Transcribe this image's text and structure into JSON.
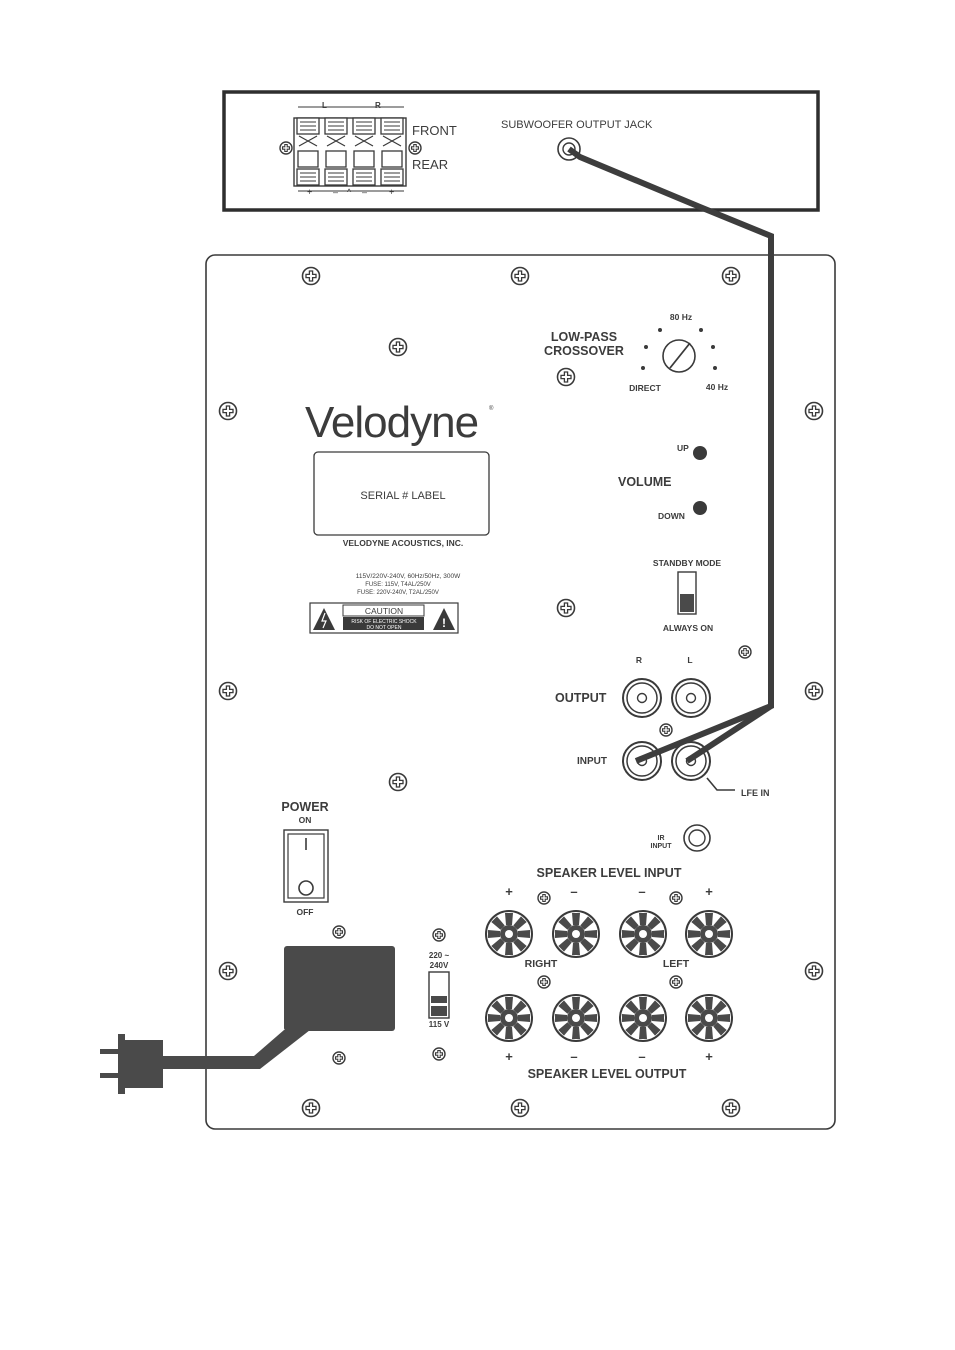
{
  "receiver": {
    "channel_labels": [
      "L",
      "R"
    ],
    "front_label": "FRONT",
    "rear_label": "REAR",
    "polarity": [
      "+",
      "–",
      "^",
      "–",
      "+"
    ],
    "sub_out_label": "SUBWOOFER OUTPUT JACK"
  },
  "panel": {
    "brand": "Velodyne",
    "brand_mark": "®",
    "serial_label": "SERIAL # LABEL",
    "company": "VELODYNE ACOUSTICS, INC.",
    "power_rating": "115V/220V-240V, 60Hz/50Hz, 300W",
    "fuse_1": "FUSE: 115V, T4AL/250V",
    "fuse_2": "FUSE: 220V-240V, T2AL/250V",
    "caution_title": "CAUTION",
    "caution_line1": "RISK OF ELECTRIC SHOCK",
    "caution_line2": "DO NOT OPEN",
    "crossover_line1": "LOW-PASS",
    "crossover_line2": "CROSSOVER",
    "crossover_80": "80 Hz",
    "crossover_direct": "DIRECT",
    "crossover_40": "40 Hz",
    "volume": "VOLUME",
    "up": "UP",
    "down": "DOWN",
    "standby": "STANDBY MODE",
    "always_on": "ALWAYS ON",
    "r": "R",
    "l": "L",
    "output": "OUTPUT",
    "input": "INPUT",
    "lfe_in": "LFE  IN",
    "ir_line1": "IR",
    "ir_line2": "INPUT",
    "power": "POWER",
    "on": "ON",
    "off": "OFF",
    "voltage_high": "220 ~",
    "voltage_high2": "240V",
    "voltage_low": "115 V",
    "spk_in": "SPEAKER LEVEL INPUT",
    "spk_out": "SPEAKER LEVEL OUTPUT",
    "right": "RIGHT",
    "left": "LEFT",
    "plus": "+",
    "minus": "–"
  },
  "colors": {
    "outline": "#3a3a3a",
    "cable": "#3d3d3d",
    "fill_dark": "#4a4a4a"
  }
}
